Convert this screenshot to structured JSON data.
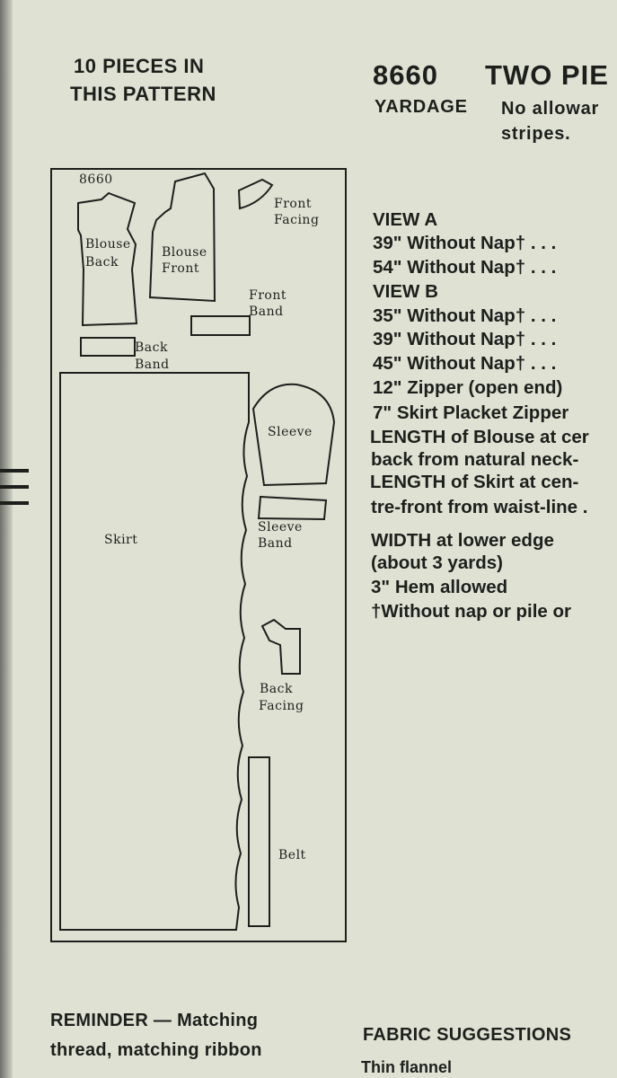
{
  "left_header": {
    "line1": "10 PIECES IN",
    "line2": "THIS PATTERN"
  },
  "title": {
    "number": "8660",
    "name": "TWO PIE"
  },
  "yardage": {
    "label": "YARDAGE",
    "note_line1": "No allowar",
    "note_line2": "stripes."
  },
  "yardage_list": [
    "VIEW  A",
    "39\" Without Nap†   . . .",
    "54\" Without Nap†   . . .",
    "VIEW  B",
    "35\" Without Nap†   . . .",
    "39\" Without Nap†   . . .",
    "45\" Without Nap†   . . .",
    "12\" Zipper (open end)",
    "7\" Skirt Placket Zipper",
    "LENGTH of Blouse at cer",
    "back from natural neck-",
    "LENGTH of Skirt at cen-",
    "tre-front from waist-line .",
    "WIDTH at lower edge",
    "(about 3 yards)",
    "3\" Hem allowed",
    "†Without nap or pile or"
  ],
  "layout_diagram": {
    "number": "8660",
    "pieces": {
      "blouse_back": [
        "Blouse",
        "Back"
      ],
      "blouse_front": [
        "Blouse",
        "Front"
      ],
      "front_facing": [
        "Front",
        "Facing"
      ],
      "front_band": [
        "Front",
        "Band"
      ],
      "back_band": [
        "Back",
        "Band"
      ],
      "skirt": "Skirt",
      "sleeve": "Sleeve",
      "sleeve_band": [
        "Sleeve",
        "Band"
      ],
      "back_facing": [
        "Back",
        "Facing"
      ],
      "belt": "Belt"
    }
  },
  "reminder": {
    "line1": "REMINDER — Matching",
    "line2": "thread, matching ribbon"
  },
  "fabric_suggestions": {
    "heading": "FABRIC  SUGGESTIONS",
    "items": [
      "Thin flannel"
    ]
  }
}
